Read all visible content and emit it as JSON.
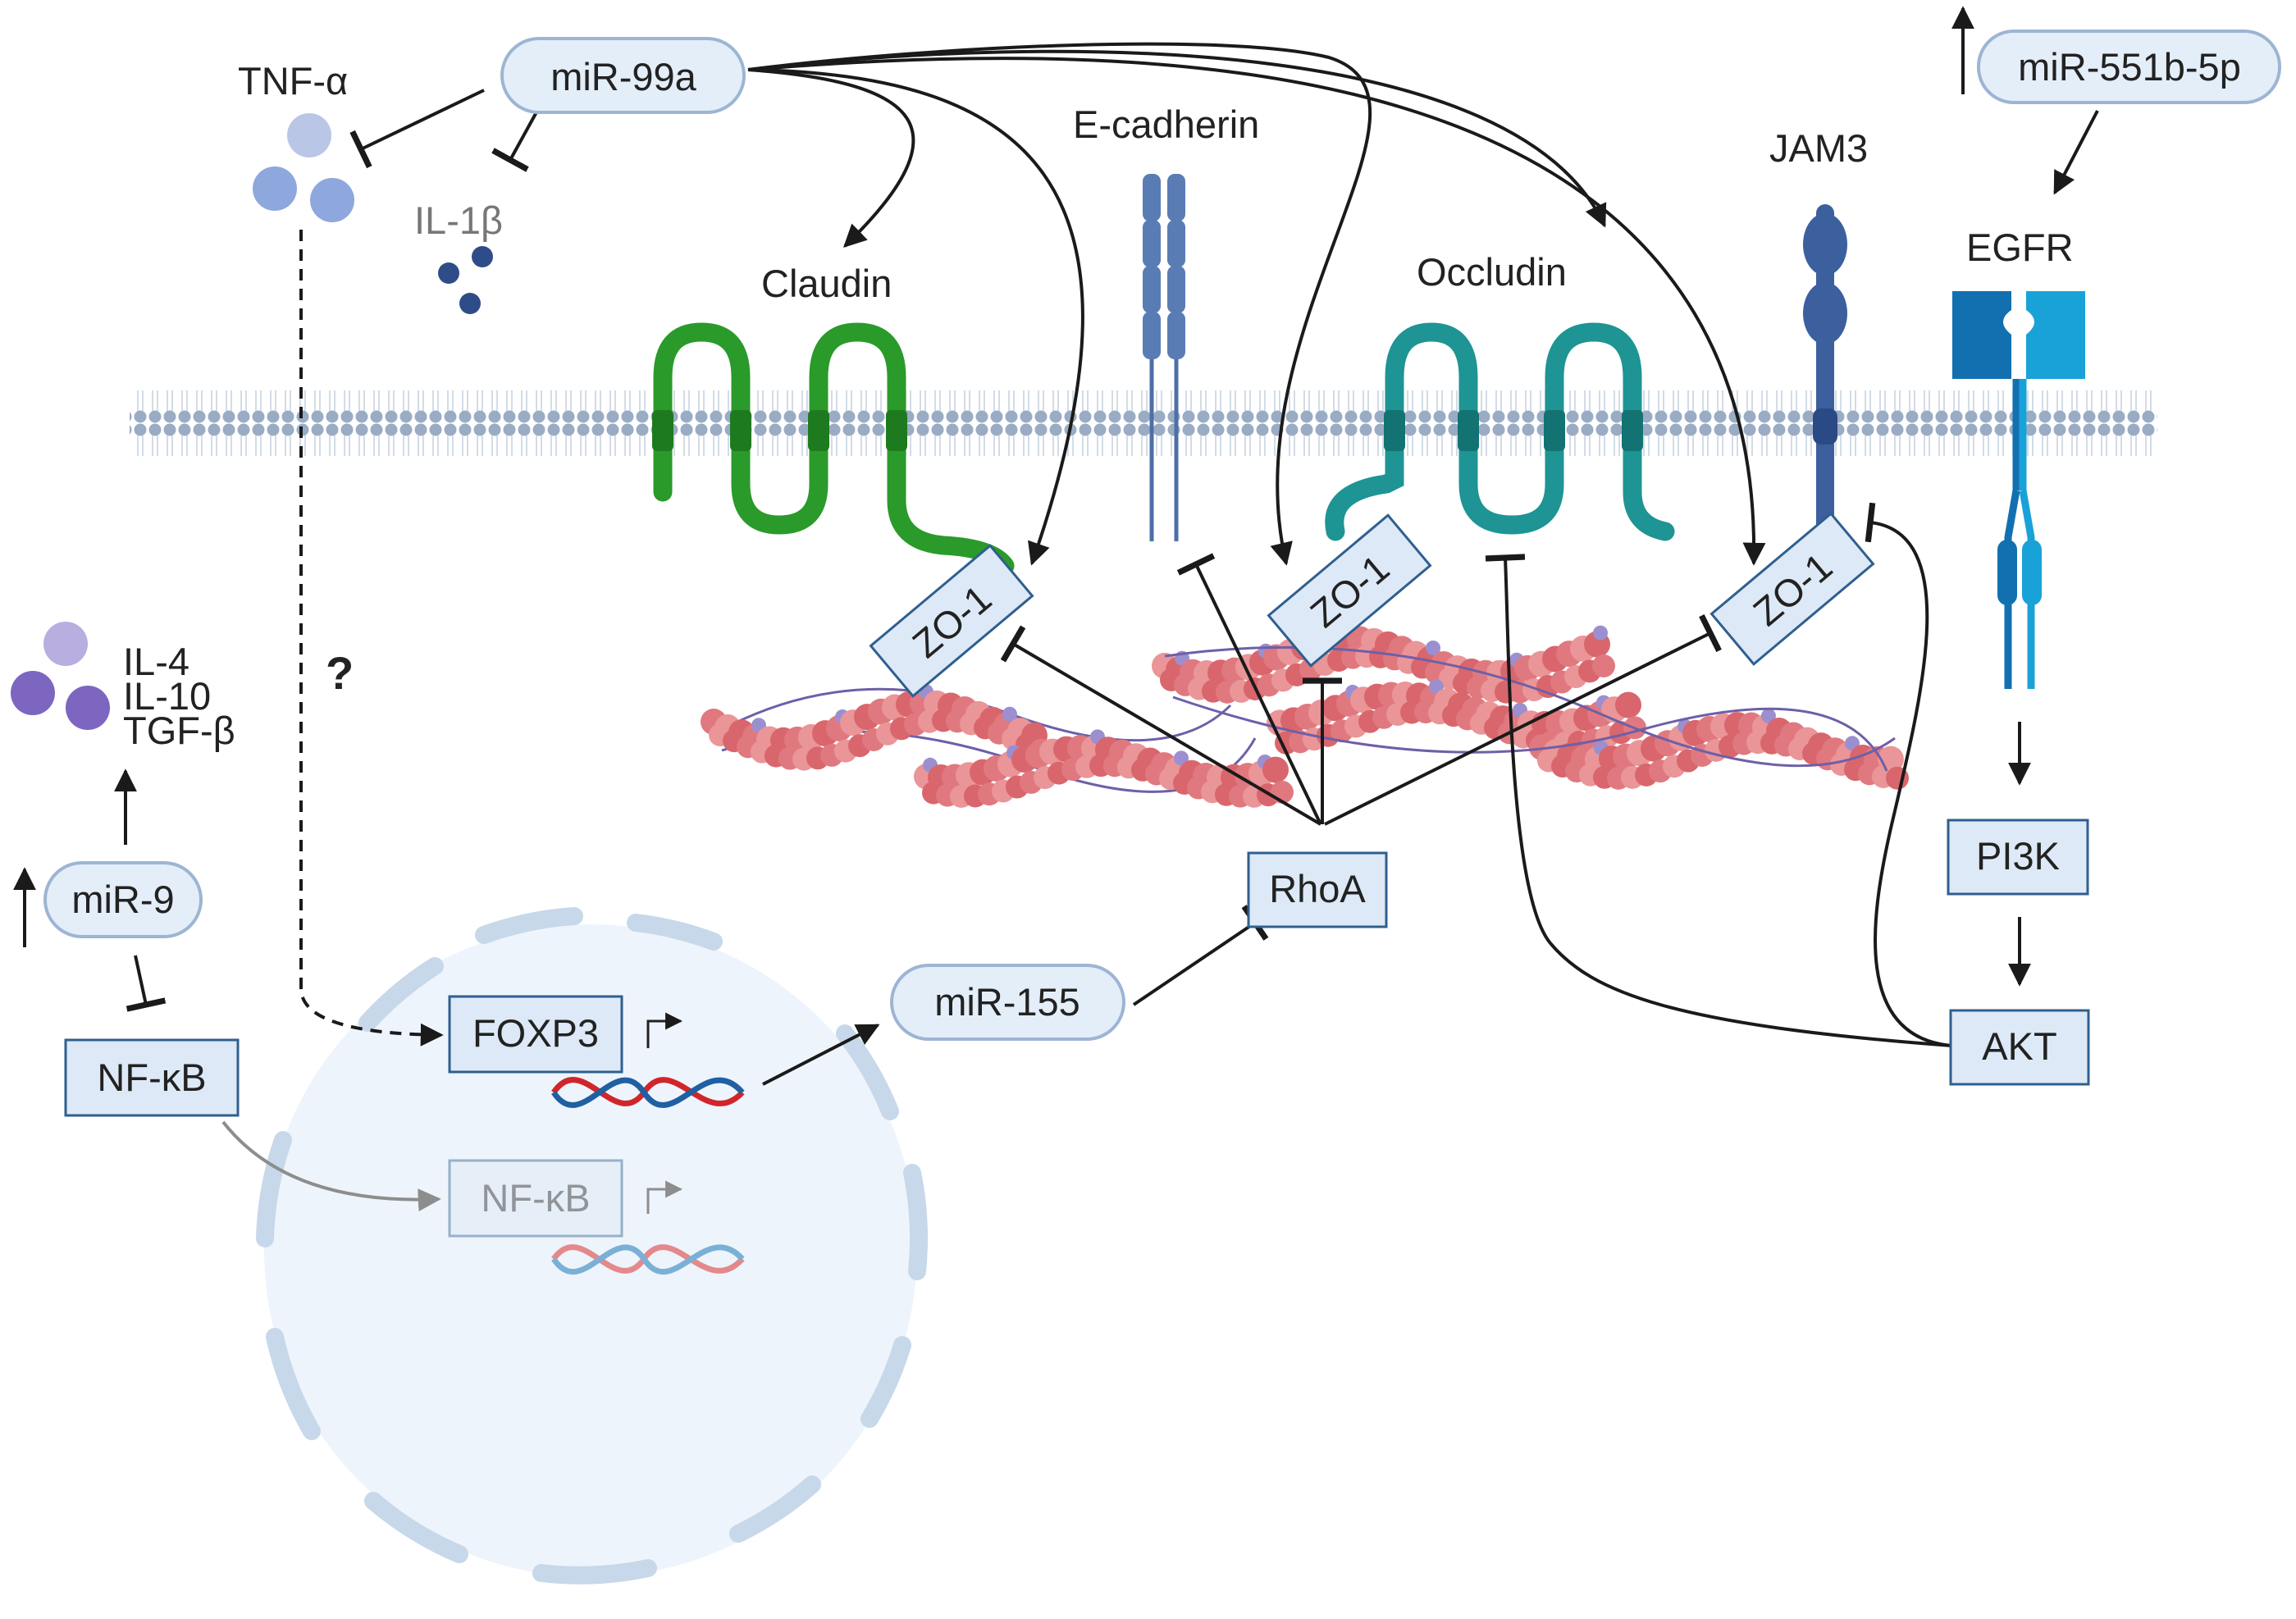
{
  "diagram": {
    "nodes": {
      "mir99a": "miR-99a",
      "mir551": "miR-551b-5p",
      "mir9": "miR-9",
      "mir155": "miR-155",
      "tnf": "TNF-α",
      "il1b": "IL-1β",
      "il4": "IL-4",
      "il10": "IL-10",
      "tgfb": "TGF-β",
      "claudin": "Claudin",
      "ecadherin": "E-cadherin",
      "occludin": "Occludin",
      "jam3": "JAM3",
      "egfr": "EGFR",
      "zo1": "ZO-1",
      "rhoa": "RhoA",
      "pi3k": "PI3K",
      "akt": "AKT",
      "nfkb": "NF-κB",
      "nfkb_nucleus": "NF-κB",
      "foxp3": "FOXP3",
      "question": "?"
    },
    "colors": {
      "pill_fill": "#e4eef9",
      "pill_stroke": "#9db5d3",
      "box_fill": "#dde9f6",
      "box_stroke": "#2f5f8f",
      "claudin": "#2a9a2a",
      "occludin": "#1e9494",
      "cadherin": "#4d6fa8",
      "jam3": "#3c5f9e",
      "egfr": "#1b8ac4",
      "actin": "#e0797f",
      "membrane": "#9aacc4",
      "nucleus_fill": "#eef4fb",
      "nucleus_envelope": "#c7d8ea",
      "dna_red": "#d0262b",
      "dna_blue": "#1f5fa2"
    }
  }
}
